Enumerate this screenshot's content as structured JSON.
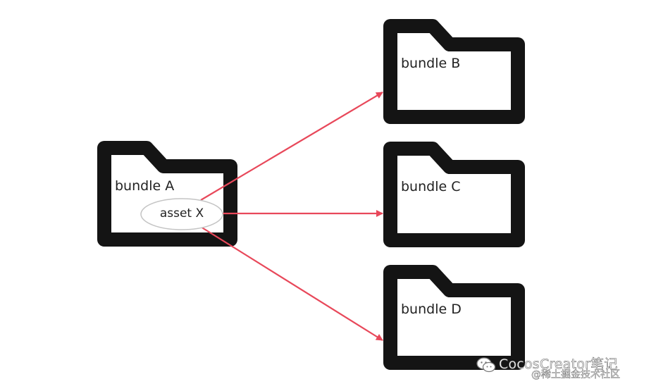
{
  "colors": {
    "folder": "#141414",
    "arrow": "#e8485a",
    "ellipse_stroke": "#c4c4c4"
  },
  "folders": {
    "a": {
      "label": "bundle A",
      "icon": "folder-icon"
    },
    "b": {
      "label": "bundle B",
      "icon": "folder-icon"
    },
    "c": {
      "label": "bundle C",
      "icon": "folder-icon"
    },
    "d": {
      "label": "bundle D",
      "icon": "folder-icon"
    }
  },
  "asset": {
    "label": "asset X"
  },
  "watermark": {
    "icon": "wechat-icon",
    "name": "CocosCreator笔记",
    "sub": "@稀土掘金技术社区"
  }
}
